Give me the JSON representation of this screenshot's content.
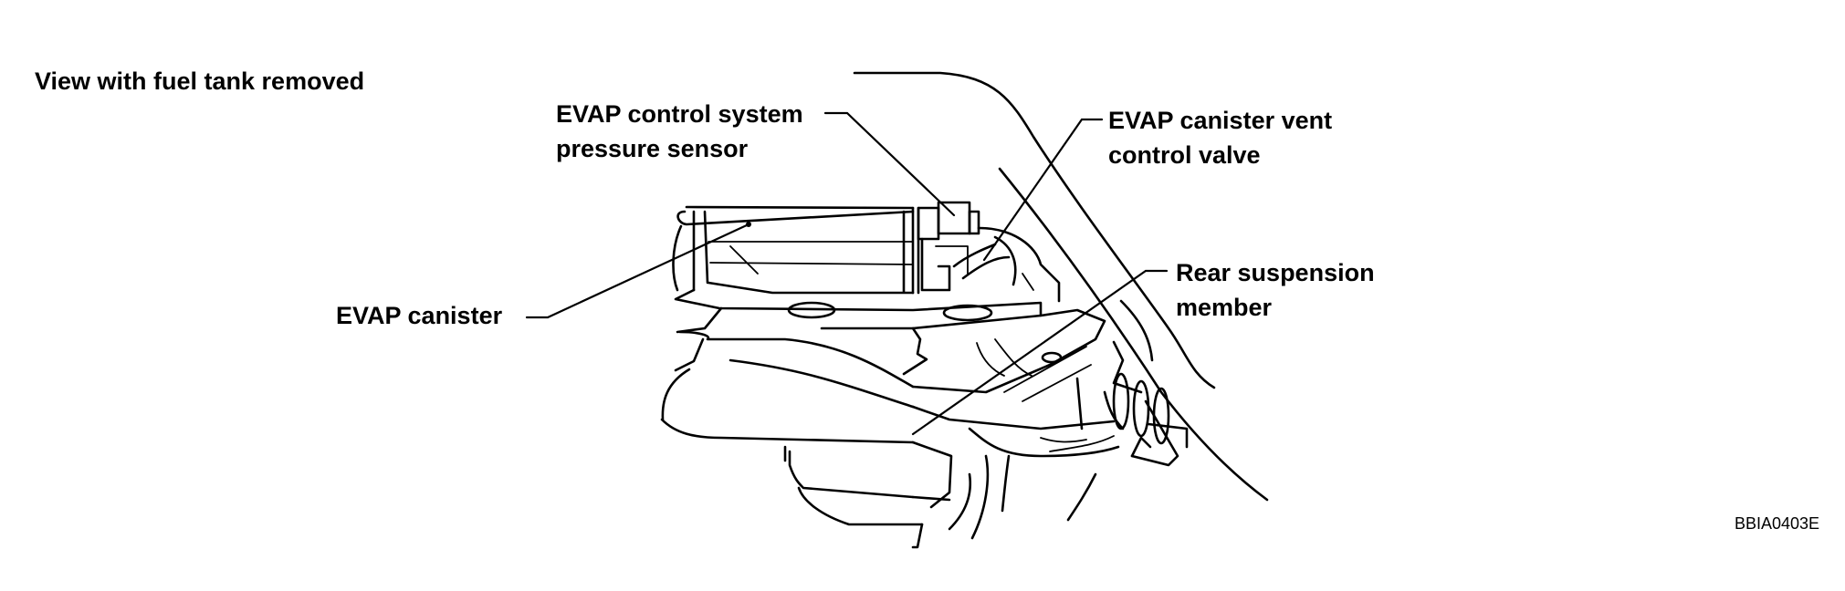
{
  "diagram": {
    "view_caption": "View with fuel tank removed",
    "callouts": {
      "pressure_sensor": [
        "EVAP control system",
        "pressure sensor"
      ],
      "vent_valve": [
        "EVAP canister vent",
        "control valve"
      ],
      "canister": "EVAP canister",
      "suspension": [
        "Rear suspension",
        "member"
      ]
    },
    "figure_code": "BBIA0403E"
  }
}
